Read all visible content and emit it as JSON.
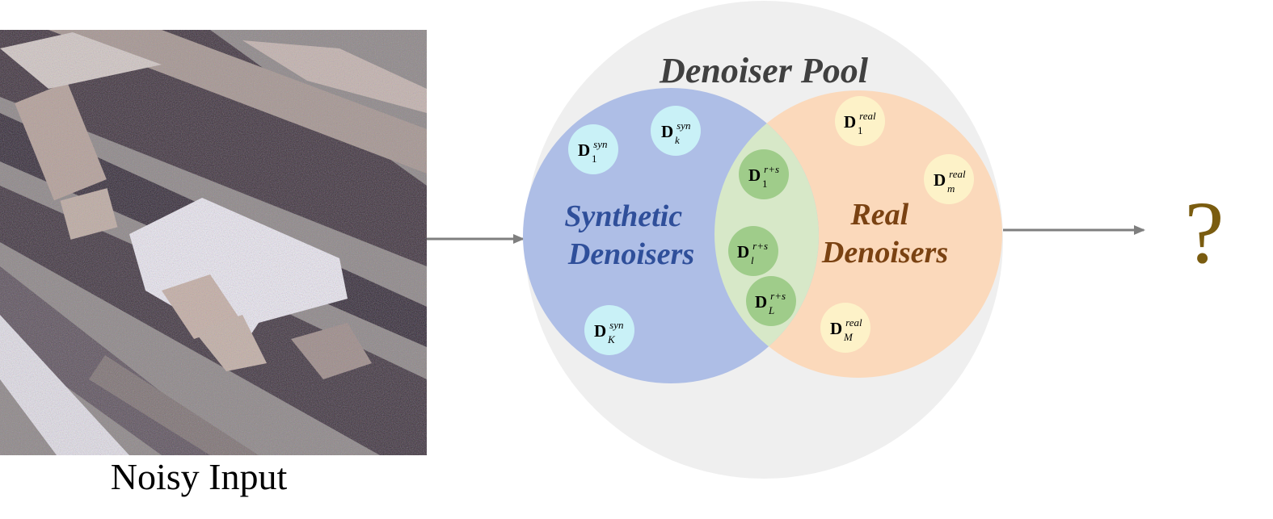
{
  "input": {
    "caption": "Noisy Input"
  },
  "pool": {
    "title": "Denoiser Pool",
    "synthetic_label_line1": "Synthetic",
    "synthetic_label_line2": "Denoisers",
    "real_label_line1": "Real",
    "real_label_line2": "Denoisers"
  },
  "denoisers": {
    "syn_1": {
      "base": "D",
      "sup": "syn",
      "sub": "1"
    },
    "syn_k": {
      "base": "D",
      "sup": "syn",
      "sub": "k"
    },
    "syn_K": {
      "base": "D",
      "sup": "syn",
      "sub": "K"
    },
    "rs_1": {
      "base": "D",
      "sup": "r+s",
      "sub": "1"
    },
    "rs_l": {
      "base": "D",
      "sup": "r+s",
      "sub": "l"
    },
    "rs_L": {
      "base": "D",
      "sup": "r+s",
      "sub": "L"
    },
    "real_1": {
      "base": "D",
      "sup": "real",
      "sub": "1"
    },
    "real_m": {
      "base": "D",
      "sup": "real",
      "sub": "m"
    },
    "real_M": {
      "base": "D",
      "sup": "real",
      "sub": "M"
    }
  },
  "output": {
    "symbol": "?"
  },
  "colors": {
    "pool_bg": "#efefef",
    "synthetic_fill": "#aebee6",
    "real_fill": "#fbd9bb",
    "overlap_fill": "#d7e8c8",
    "syn_node": "#c9f1f7",
    "rs_node": "#9fcc8a",
    "real_node": "#fdf2c8",
    "synthetic_text": "#2f4f9a",
    "real_text": "#7a4212",
    "title_text": "#404040",
    "arrow": "#7f7f7f",
    "question": "#7a5c10"
  }
}
